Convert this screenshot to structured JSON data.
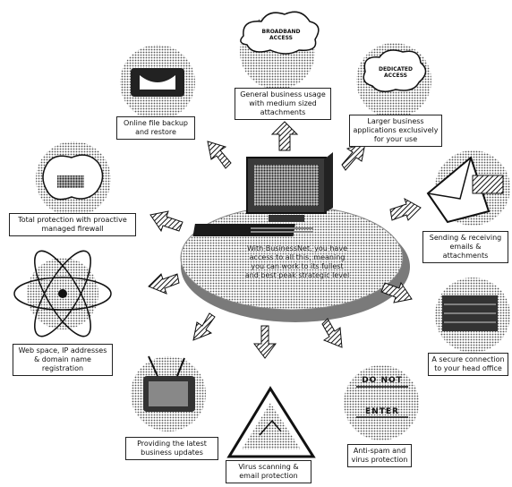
{
  "center": {
    "caption": "With BusinessNet, you have access to all this, meaning you can work to its fullest and best peak strategic level"
  },
  "nodes": [
    {
      "id": "broadband",
      "label": "General business usage with medium sized attachments",
      "bubble": "BROADBAND ACCESS"
    },
    {
      "id": "dedicated",
      "label": "Larger business applications exclusively for your use",
      "bubble": "DEDICATED ACCESS"
    },
    {
      "id": "email",
      "label": "Sending & receiving emails & attachments"
    },
    {
      "id": "secure",
      "label": "A secure connection to your head office"
    },
    {
      "id": "nospam",
      "label": "Anti-spam and virus protection",
      "sign_top": "DO NOT",
      "sign_bottom": "ENTER"
    },
    {
      "id": "virus",
      "label": "Virus scanning & email protection"
    },
    {
      "id": "updates",
      "label": "Providing the latest business updates"
    },
    {
      "id": "webspace",
      "label": "Web space, IP addresses & domain name registration"
    },
    {
      "id": "protect",
      "label": "Total protection with proactive managed firewall"
    },
    {
      "id": "backup",
      "label": "Online file backup and restore"
    }
  ],
  "colors": {
    "ink": "#111111",
    "paper": "#ffffff",
    "shade": "#6d6d6d"
  }
}
